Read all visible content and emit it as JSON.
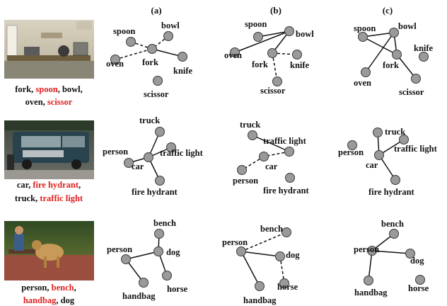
{
  "colors": {
    "highlight": "#e02020",
    "text": "#111111",
    "node_fill": "#9a9a9a"
  },
  "column_headers": [
    "(a)",
    "(b)",
    "(c)"
  ],
  "rows": [
    {
      "image_alt": "kitchen-photo",
      "caption_lines": [
        [
          {
            "t": "fork",
            "hl": false
          },
          {
            "t": ", ",
            "hl": false
          },
          {
            "t": "spoon",
            "hl": true
          },
          {
            "t": ", bowl,",
            "hl": false
          }
        ],
        [
          {
            "t": "oven",
            "hl": false
          },
          {
            "t": ", ",
            "hl": false
          },
          {
            "t": "scissor",
            "hl": true
          }
        ]
      ],
      "graphs": [
        {
          "labels": [
            "spoon",
            "bowl",
            "oven",
            "fork",
            "knife",
            "scissor"
          ],
          "edges": [
            [
              1,
              3,
              "dashed"
            ],
            [
              0,
              3,
              "dashed"
            ],
            [
              2,
              3,
              "dashed"
            ],
            [
              3,
              4,
              "solid"
            ]
          ]
        },
        {
          "labels": [
            "spoon",
            "bowl",
            "oven",
            "fork",
            "knife",
            "scissor"
          ],
          "edges": [
            [
              0,
              1,
              "solid"
            ],
            [
              2,
              1,
              "solid"
            ],
            [
              3,
              1,
              "solid"
            ],
            [
              3,
              4,
              "dashed"
            ],
            [
              3,
              5,
              "dashed"
            ]
          ]
        },
        {
          "labels": [
            "spoon",
            "bowl",
            "knife",
            "fork",
            "oven",
            "scissor"
          ],
          "edges": [
            [
              0,
              1,
              "solid"
            ],
            [
              0,
              3,
              "solid"
            ],
            [
              1,
              4,
              "solid"
            ],
            [
              1,
              3,
              "solid"
            ],
            [
              3,
              5,
              "solid"
            ]
          ]
        }
      ]
    },
    {
      "image_alt": "street-van-photo",
      "caption_lines": [
        [
          {
            "t": "car",
            "hl": false
          },
          {
            "t": ", ",
            "hl": false
          },
          {
            "t": "fire hydrant",
            "hl": true
          },
          {
            "t": ",",
            "hl": false
          }
        ],
        [
          {
            "t": "truck",
            "hl": false
          },
          {
            "t": ", ",
            "hl": false
          },
          {
            "t": "traffic light",
            "hl": true
          }
        ]
      ],
      "graphs": [
        {
          "labels": [
            "truck",
            "person",
            "traffic light",
            "car",
            "fire hydrant"
          ],
          "edges": [
            [
              0,
              3,
              "solid"
            ],
            [
              1,
              3,
              "solid"
            ],
            [
              2,
              3,
              "solid"
            ],
            [
              3,
              4,
              "solid"
            ]
          ]
        },
        {
          "labels": [
            "truck",
            "traffic light",
            "car",
            "person",
            "fire hydrant"
          ],
          "edges": [
            [
              0,
              1,
              "solid"
            ],
            [
              1,
              2,
              "dashed"
            ],
            [
              2,
              3,
              "dashed"
            ]
          ]
        },
        {
          "labels": [
            "truck",
            "person",
            "traffic light",
            "car",
            "fire hydrant"
          ],
          "edges": [
            [
              0,
              3,
              "solid"
            ],
            [
              2,
              3,
              "solid"
            ],
            [
              3,
              4,
              "solid"
            ]
          ]
        }
      ]
    },
    {
      "image_alt": "park-dog-photo",
      "caption_lines": [
        [
          {
            "t": "person",
            "hl": false
          },
          {
            "t": ", ",
            "hl": false
          },
          {
            "t": "bench",
            "hl": true
          },
          {
            "t": ",",
            "hl": false
          }
        ],
        [
          {
            "t": "handbag",
            "hl": true
          },
          {
            "t": ", dog",
            "hl": false
          }
        ]
      ],
      "graphs": [
        {
          "labels": [
            "bench",
            "person",
            "dog",
            "horse",
            "handbag"
          ],
          "edges": [
            [
              1,
              2,
              "solid"
            ],
            [
              0,
              2,
              "solid"
            ],
            [
              2,
              3,
              "solid"
            ],
            [
              1,
              4,
              "solid"
            ]
          ]
        },
        {
          "labels": [
            "bench",
            "person",
            "dog",
            "horse",
            "handbag"
          ],
          "edges": [
            [
              1,
              0,
              "dashed"
            ],
            [
              1,
              2,
              "solid"
            ],
            [
              2,
              3,
              "dashed"
            ],
            [
              1,
              4,
              "solid"
            ]
          ]
        },
        {
          "labels": [
            "bench",
            "person",
            "dog",
            "handbag",
            "horse"
          ],
          "edges": [
            [
              0,
              1,
              "solid"
            ],
            [
              1,
              2,
              "solid"
            ],
            [
              1,
              3,
              "solid"
            ]
          ]
        }
      ]
    }
  ]
}
